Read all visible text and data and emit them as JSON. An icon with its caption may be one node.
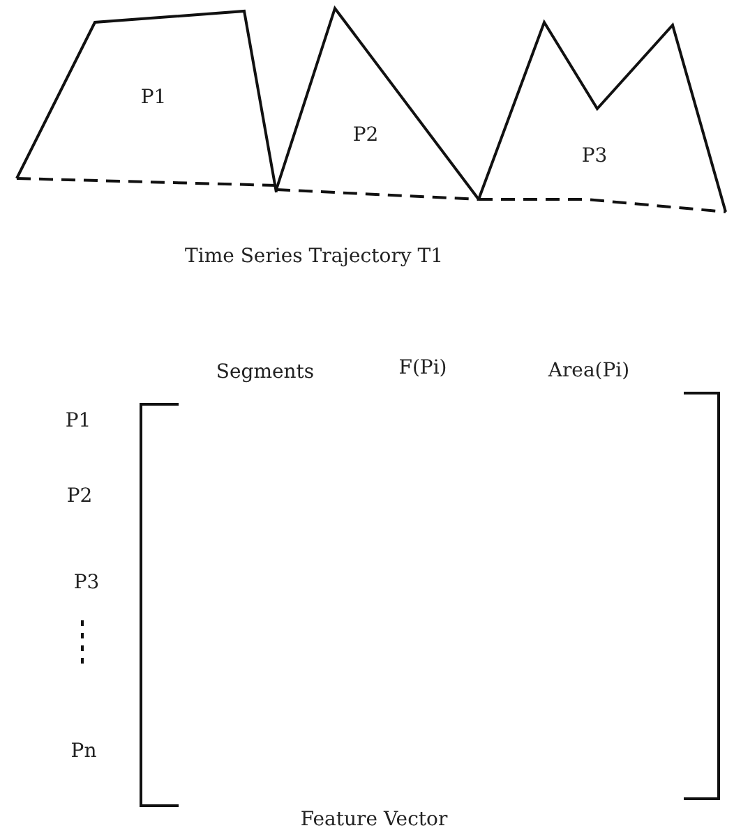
{
  "diagram": {
    "nodes": [
      {
        "text": [
          "P1"
        ]
      },
      {
        "text": [
          "P2"
        ]
      },
      {
        "text": [
          "P3"
        ]
      }
    ],
    "labels": [
      "Time Series Trajectory T1",
      "Segments",
      "F(Pi)",
      "Area(Pi)",
      "P1",
      "P2",
      "P3",
      "Pn",
      "Feature Vector"
    ]
  }
}
